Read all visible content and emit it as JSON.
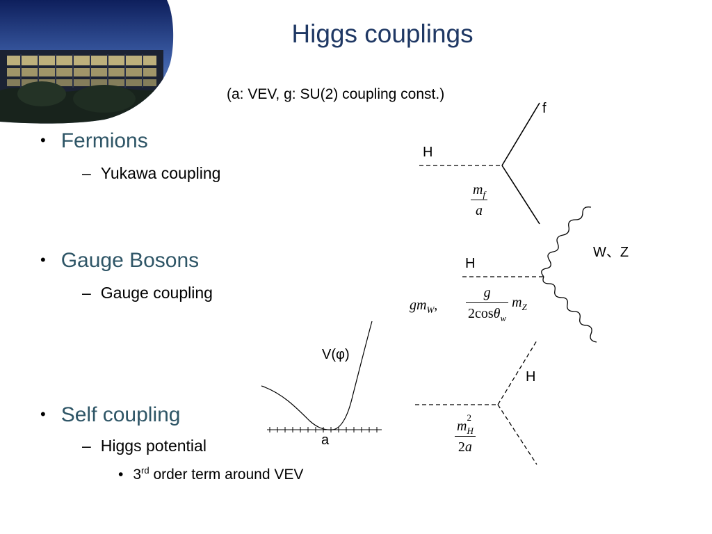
{
  "slide": {
    "title": "Higgs couplings",
    "subtitle": "(a: VEV, g: SU(2) coupling const.)"
  },
  "bullets": [
    {
      "label": "Fermions",
      "sub": "Yukawa coupling"
    },
    {
      "label": "Gauge Bosons",
      "sub": "Gauge coupling"
    },
    {
      "label": "Self coupling",
      "sub": "Higgs potential",
      "subsub": {
        "prefix": "3",
        "sup": "rd",
        "text": " order term around VEV"
      }
    }
  ],
  "diagrams": {
    "fermion": {
      "h_label": "H",
      "f_label": "f",
      "coupling": {
        "num_var": "m",
        "num_sub": "f",
        "den": "a"
      }
    },
    "gauge": {
      "h_label": "H",
      "boson_label": "W、Z",
      "coupling_w": {
        "g": "g",
        "m": "m",
        "sub": "W",
        "comma": ","
      },
      "coupling_z": {
        "num": "g",
        "den_pre": "2cos",
        "den_theta": "θ",
        "den_sub": "w",
        "m": "m",
        "sub": "Z"
      }
    },
    "self": {
      "h_label": "H",
      "coupling": {
        "num_var": "m",
        "num_sup": "2",
        "num_sub": "H",
        "den_pre": "2",
        "den_var": "a"
      }
    },
    "potential": {
      "ylabel": "V(φ)",
      "min_label": "a"
    }
  },
  "colors": {
    "title": "#1f3864",
    "bullet": "#2e5566"
  },
  "header_image": {
    "icon": "building-photo"
  }
}
